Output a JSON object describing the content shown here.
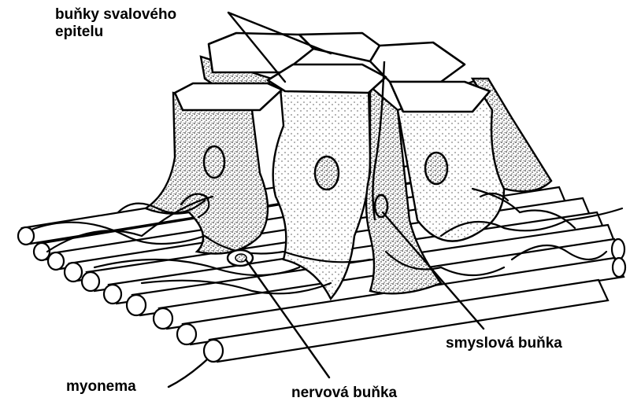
{
  "diagram": {
    "labels": {
      "muscle_epithelium": [
        "buňky svalového",
        "epitelu"
      ],
      "myonema": "myonema",
      "nerve_cell": "nervová buňka",
      "sensory_cell": "smyslová buňka"
    }
  },
  "colors": {
    "ink": "#000000",
    "paper": "#ffffff"
  }
}
